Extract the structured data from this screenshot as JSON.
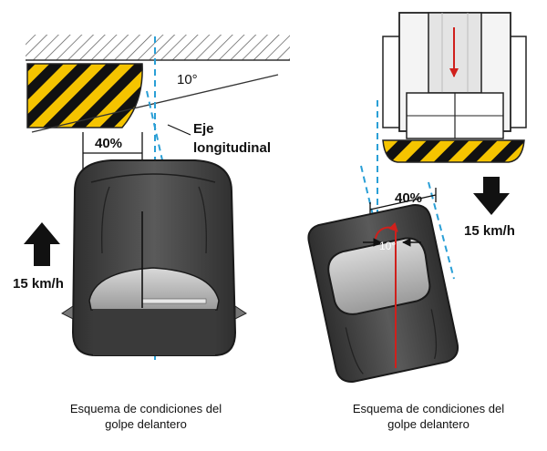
{
  "left_panel": {
    "angle_label": "10°",
    "percent_label": "40%",
    "axis_label_line1": "Eje",
    "axis_label_line2": "longitudinal",
    "speed_label": "15 km/h",
    "caption_line1": "Esquema de condiciones del",
    "caption_line2": "golpe delantero"
  },
  "right_panel": {
    "percent_label": "40%",
    "angle_label": "10°",
    "speed_label": "15 km/h",
    "caption_line1": "Esquema de condiciones del",
    "caption_line2": "golpe delantero"
  },
  "colors": {
    "hazard_yellow": "#f5c400",
    "hazard_black": "#111111",
    "axis_blue": "#2a9fd6",
    "car_body": "#4a4a4a",
    "force_red": "#d0201c"
  },
  "icons": [
    "hatched-wall",
    "arrow-up-icon",
    "arrow-down-icon",
    "rotation-arrow-icon"
  ]
}
